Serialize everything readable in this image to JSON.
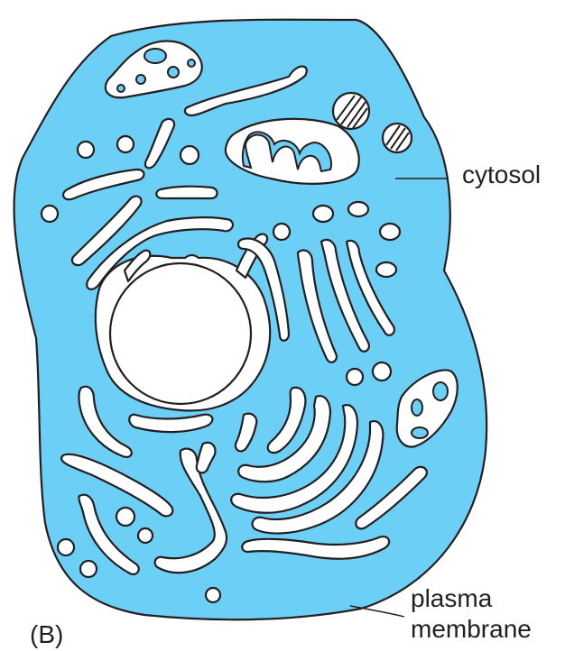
{
  "panel_label": "(B)",
  "labels": {
    "cytosol": "cytosol",
    "plasma_membrane_line1": "plasma",
    "plasma_membrane_line2": "membrane"
  },
  "colors": {
    "cytosol_fill": "#6ccff6",
    "outline": "#231f20",
    "organelle_fill": "#ffffff"
  }
}
